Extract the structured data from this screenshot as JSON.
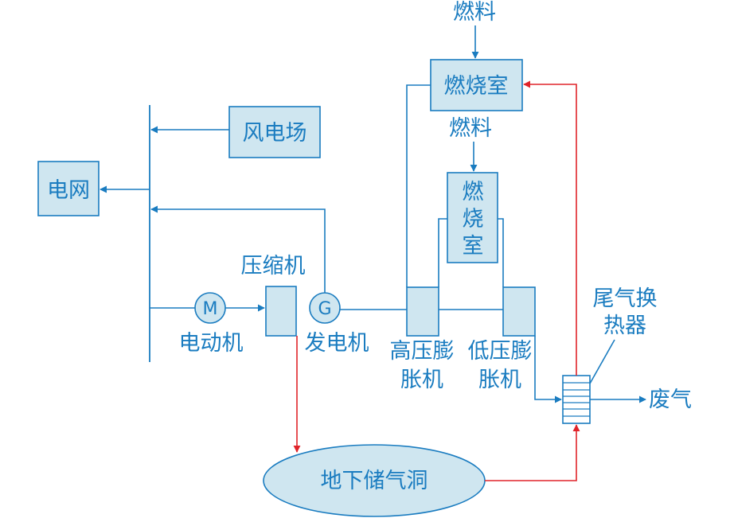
{
  "labels": {
    "grid": "电网",
    "wind_farm": "风电场",
    "motor": "电动机",
    "motor_symbol": "M",
    "compressor": "压缩机",
    "generator": "发电机",
    "generator_symbol": "G",
    "combustor_top": "燃烧室",
    "fuel_top": "燃料",
    "fuel_mid": "燃料",
    "combustor_mid": [
      "燃",
      "烧",
      "室"
    ],
    "hp_expander": [
      "高压膨",
      "胀机"
    ],
    "lp_expander": [
      "低压膨",
      "胀机"
    ],
    "recuperator": [
      "尾气换",
      "热器"
    ],
    "exhaust": "废气",
    "cavern": "地下储气洞"
  },
  "colors": {
    "line": "#1a7cc0",
    "box_fill": "#cfe6f0",
    "air_flow": "#e0242a"
  }
}
